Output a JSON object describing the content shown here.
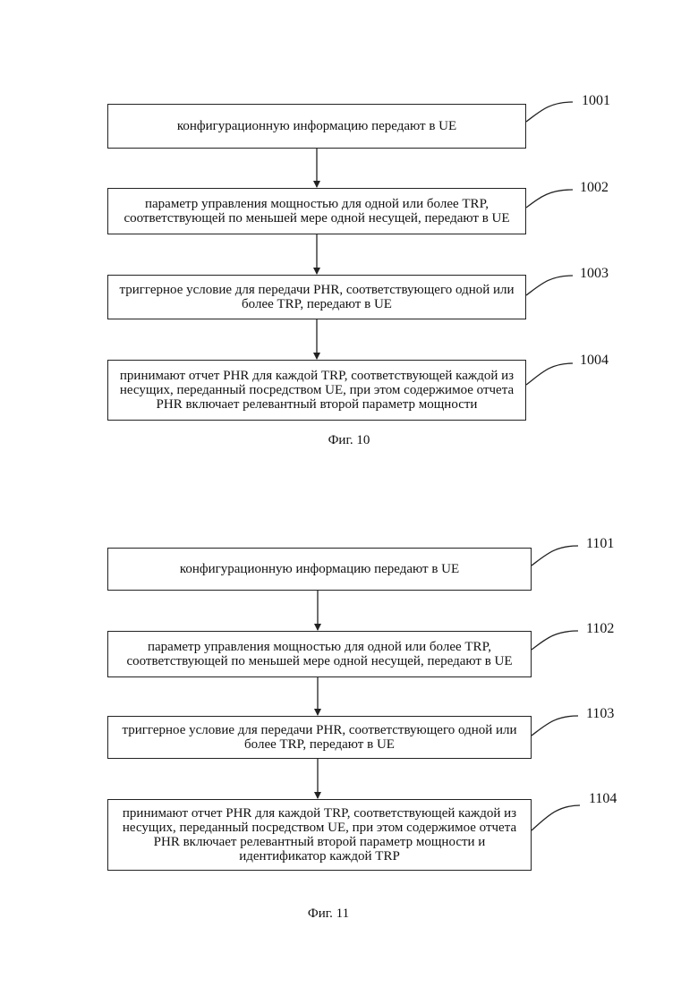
{
  "fig10": {
    "caption": "Фиг. 10",
    "steps": [
      {
        "id": "1001",
        "text": "конфигурационную информацию передают в UE"
      },
      {
        "id": "1002",
        "text": "параметр управления мощностью для одной или более TRP, соответствующей по меньшей мере одной несущей, передают в UE"
      },
      {
        "id": "1003",
        "text": "триггерное условие для передачи PHR, соответствующего одной или более TRP, передают в UE"
      },
      {
        "id": "1004",
        "text": "принимают отчет PHR для каждой TRP, соответствующей каждой из несущих, переданный посредством UE, при этом содержимое отчета PHR включает релевантный второй параметр мощности"
      }
    ]
  },
  "fig11": {
    "caption": "Фиг. 11",
    "steps": [
      {
        "id": "1101",
        "text": "конфигурационную информацию передают в UE"
      },
      {
        "id": "1102",
        "text": "параметр управления мощностью для одной или более TRP, соответствующей по меньшей мере одной несущей, передают в UE"
      },
      {
        "id": "1103",
        "text": "триггерное условие для передачи PHR, соответствующего одной или более TRP, передают в UE"
      },
      {
        "id": "1104",
        "text": "принимают отчет PHR для каждой TRP, соответствующей каждой из несущих, переданный посредством UE, при этом содержимое отчета PHR включает релевантный второй параметр мощности и идентификатор каждой TRP"
      }
    ]
  }
}
